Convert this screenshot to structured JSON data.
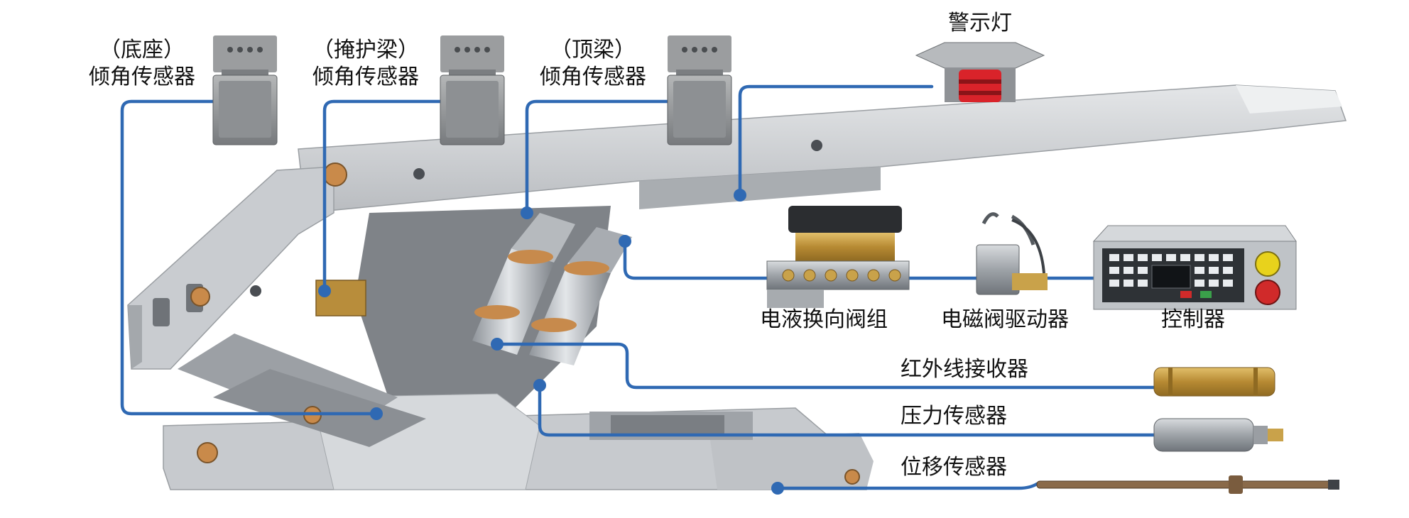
{
  "labels": {
    "base_sensor": {
      "line1": "（底座）",
      "line2": "倾角传感器"
    },
    "shield_sensor": {
      "line1": "（掩护梁）",
      "line2": "倾角传感器"
    },
    "top_sensor": {
      "line1": "（顶梁）",
      "line2": "倾角传感器"
    },
    "warning_light": "警示灯",
    "valve_group": "电液换向阀组",
    "valve_driver": "电磁阀驱动器",
    "controller": "控制器",
    "ir_receiver": "红外线接收器",
    "pressure_sensor": "压力传感器",
    "displacement_sensor": "位移传感器"
  },
  "colors": {
    "cable": "#2f69b3",
    "frame_light": "#d3d5d8",
    "frame_mid": "#b7babe",
    "frame_dark": "#8d9196",
    "cylinder": "#c4c8cc",
    "copper": "#c98a4a",
    "brass": "#c9a24a",
    "warning_red": "#d9232a",
    "controller_body": "#bfc3c7",
    "button_yellow": "#e8d21c",
    "button_red": "#d02a2a",
    "button_green": "#3aa04a"
  },
  "icons": {
    "tilt_sensor": "tilt-sensor-icon",
    "warning_light": "warning-light-icon",
    "valve_group": "solenoid-valve-icon",
    "valve_driver": "valve-driver-icon",
    "controller": "controller-icon",
    "ir_receiver": "ir-receiver-icon",
    "pressure_sensor": "pressure-sensor-icon",
    "displacement_sensor": "displacement-sensor-icon"
  }
}
